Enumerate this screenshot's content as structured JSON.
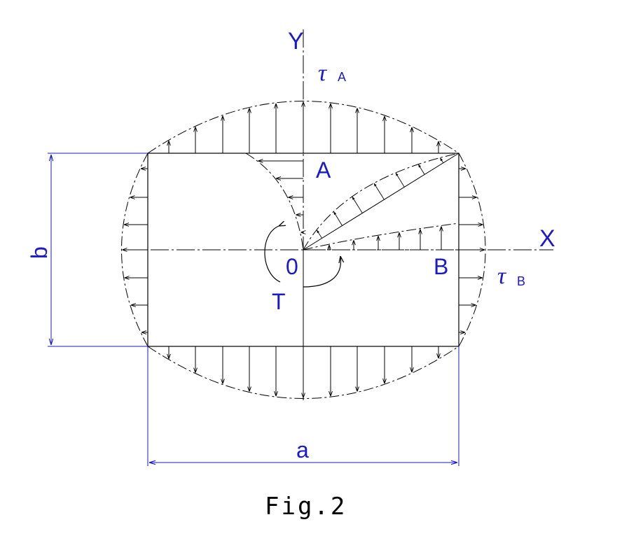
{
  "labels": {
    "y_axis": "Y",
    "x_axis": "X",
    "tau": "τ",
    "tau_a_sub": "A",
    "tau_b_sub": "B",
    "point_a": "A",
    "point_b": "B",
    "origin": "0",
    "torque": "T",
    "dim_a": "a",
    "dim_b": "b"
  },
  "caption": "Fig.2",
  "colors": {
    "label": "#1a1ac8",
    "line": "#000000",
    "dimension": "#1a1ac8"
  }
}
